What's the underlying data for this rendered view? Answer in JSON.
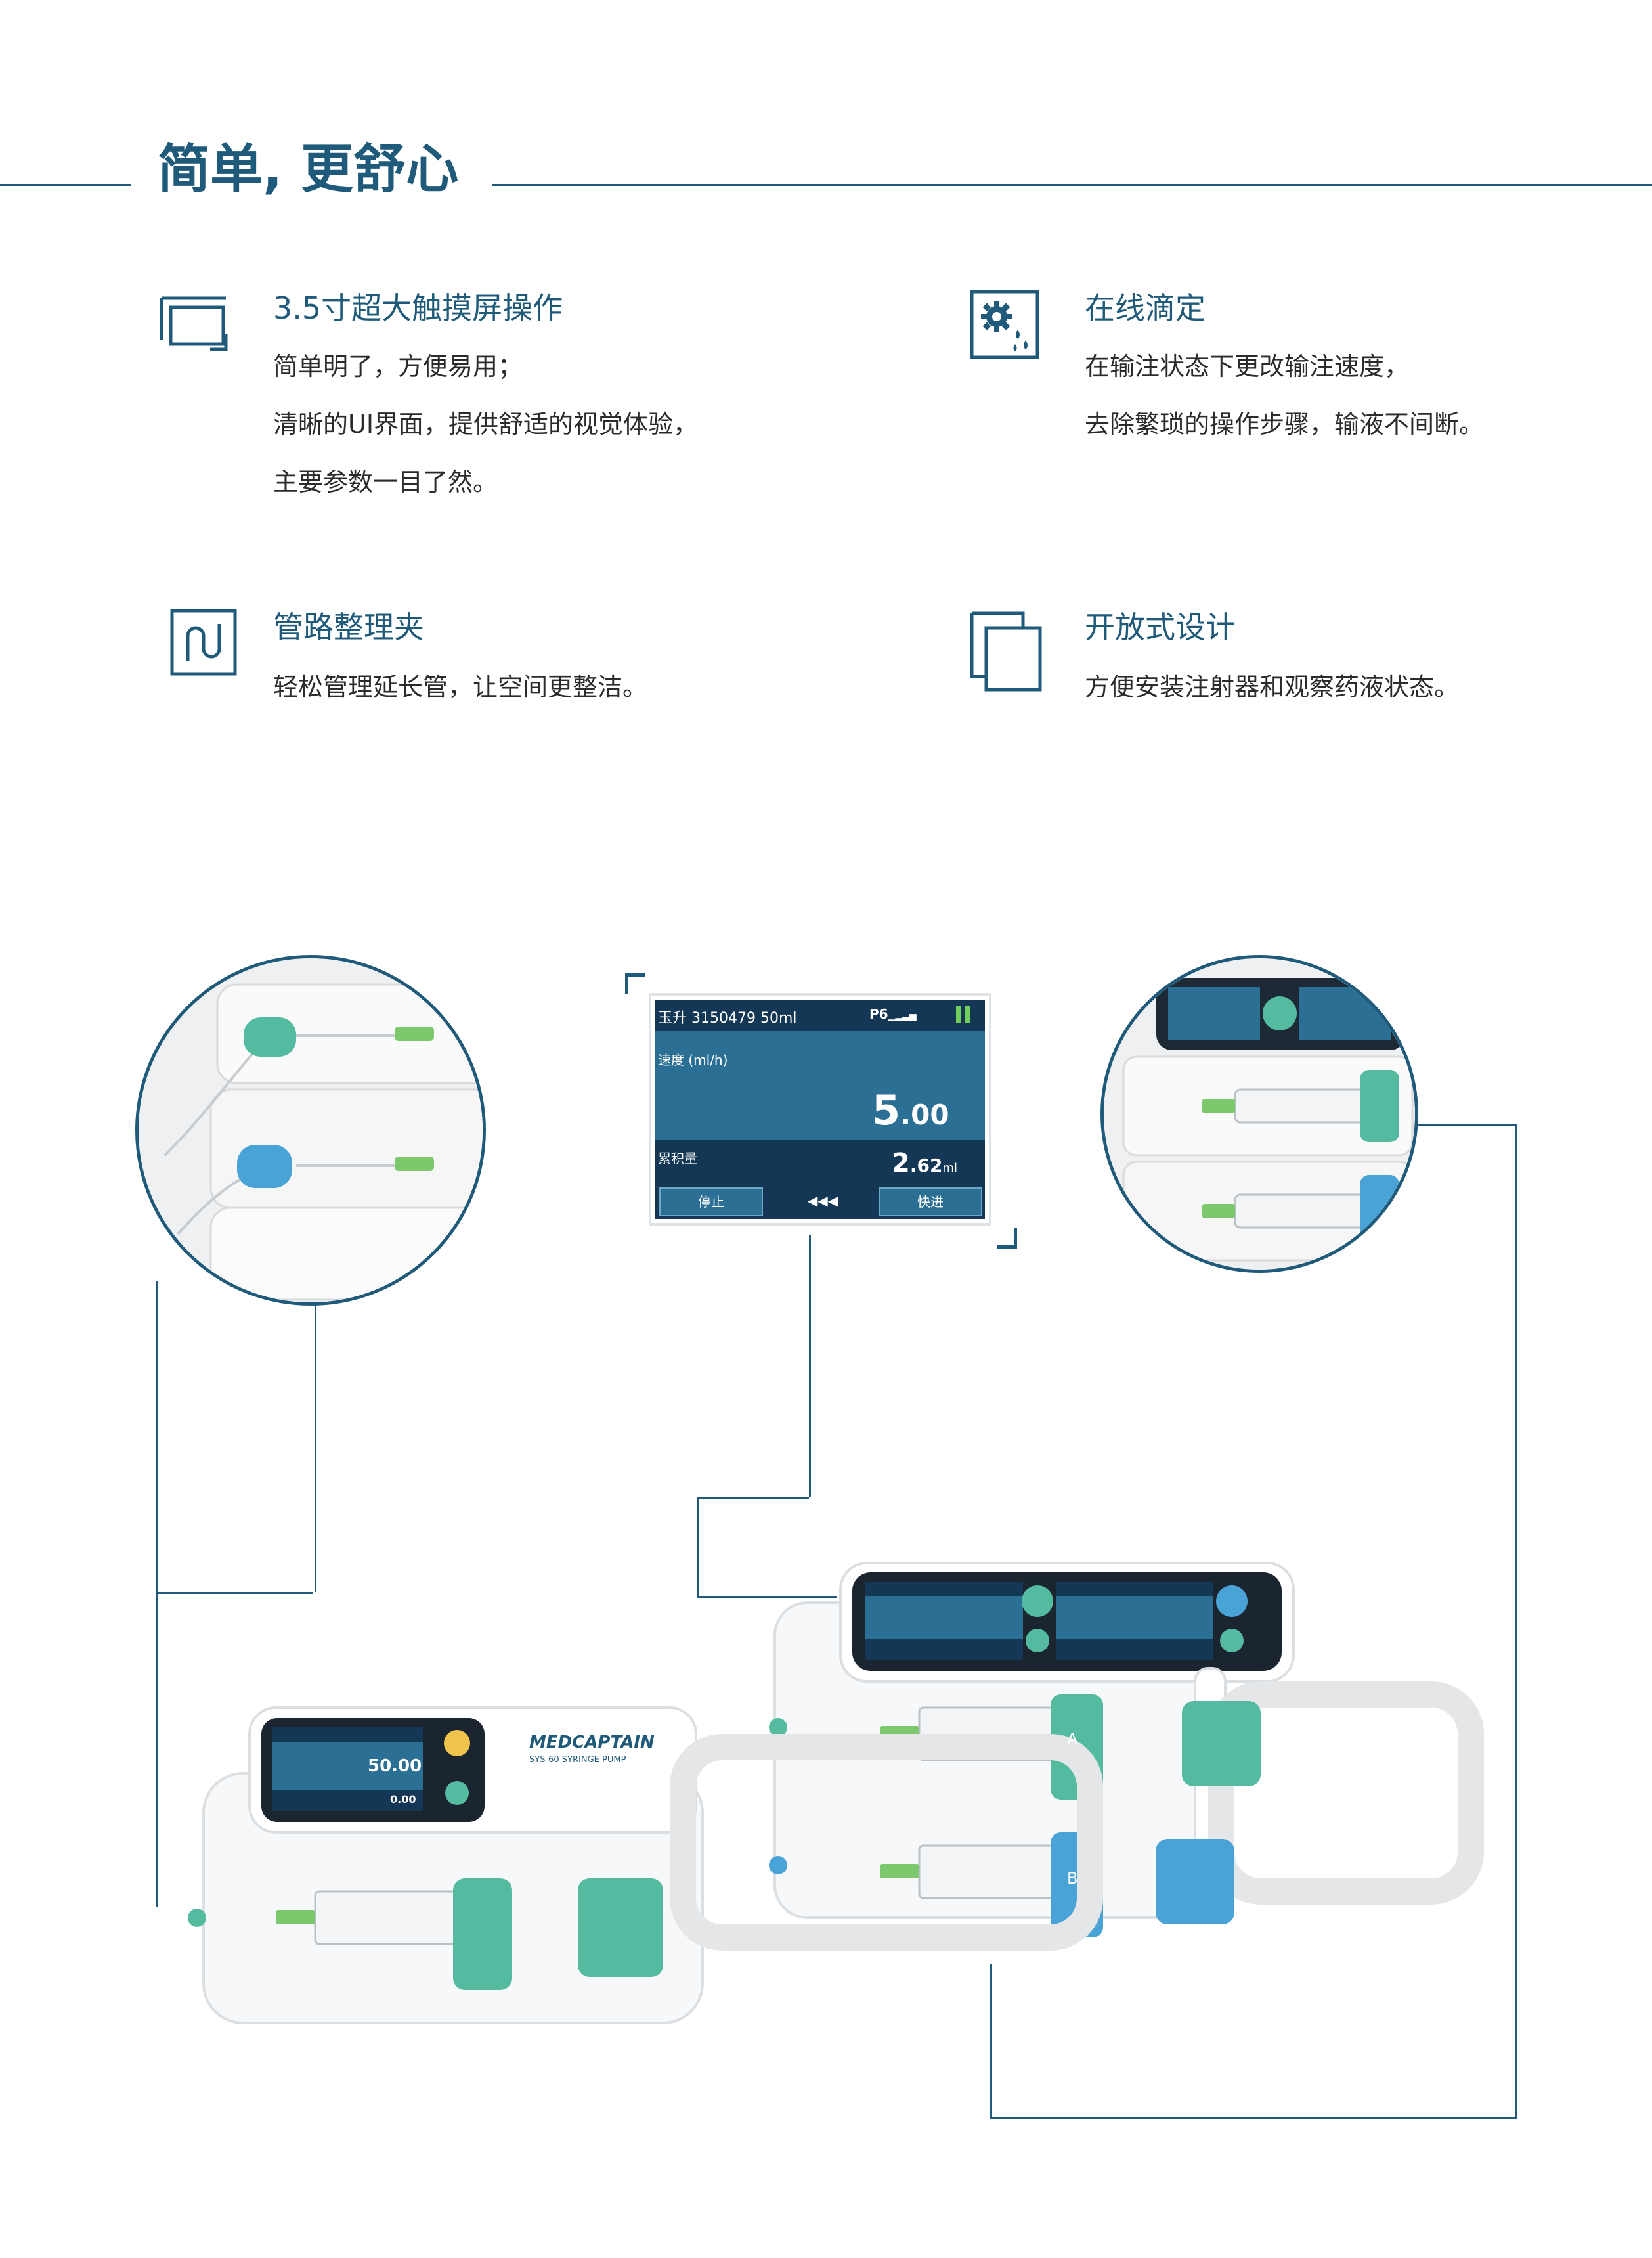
{
  "header": {
    "title": "简单, 更舒心"
  },
  "features": [
    {
      "icon": "touchscreen-icon",
      "title": "3.5寸超大触摸屏操作",
      "lines": [
        "简单明了，方便易用；",
        "清晰的UI界面，提供舒适的视觉体验，",
        "主要参数一目了然。"
      ]
    },
    {
      "icon": "gear-drop-icon",
      "title": "在线滴定",
      "lines": [
        "在输注状态下更改输注速度，",
        "去除繁琐的操作步骤，输液不间断。"
      ]
    },
    {
      "icon": "tube-clip-icon",
      "title": "管路整理夹",
      "lines": [
        "轻松管理延长管，让空间更整洁。"
      ]
    },
    {
      "icon": "open-design-icon",
      "title": "开放式设计",
      "lines": [
        "方便安装注射器和观察药液状态。"
      ]
    }
  ],
  "screen": {
    "brand_line": "玉升 3150479 50ml",
    "signal": "P6",
    "rate_label": "速度 (ml/h)",
    "rate_int": "5",
    "rate_dec": ".00",
    "volume_label": "累积量",
    "volume_int": "2",
    "volume_dec": ".62",
    "volume_unit": "ml",
    "stop_button": "停止",
    "fast_button": "快进",
    "flow_arrows": "◀◀◀"
  },
  "device": {
    "brand": "MEDCAPTAIN",
    "model": "SYS-60 SYRINGE PUMP",
    "rate_value": "50.00",
    "volume_value": "0.00",
    "channel_a": "A",
    "channel_b": "B"
  },
  "colors": {
    "accent": "#1f5a7a",
    "green_clamp": "#5bbfa4",
    "blue_clamp": "#4aa3d6",
    "screen_dark": "#133754",
    "screen_mid": "#2b6f94"
  }
}
